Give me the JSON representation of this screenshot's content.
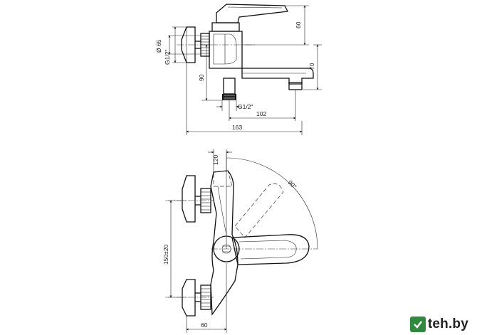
{
  "dimensions": {
    "top_view": {
      "handle_height": "60",
      "spout_height": "70",
      "diameter": "Ø 65",
      "thread_wall": "G1/2\"",
      "outlet_drop": "90",
      "thread_outlet": "G1/2\"",
      "spout_reach": "102",
      "total_depth": "163"
    },
    "front_view": {
      "handle_clearance": "120",
      "rotation_angle": "90°",
      "center_distance": "150±20",
      "wall_offset": "60"
    }
  },
  "watermark": {
    "text": "teh.by",
    "color": "#2f8a3e"
  }
}
